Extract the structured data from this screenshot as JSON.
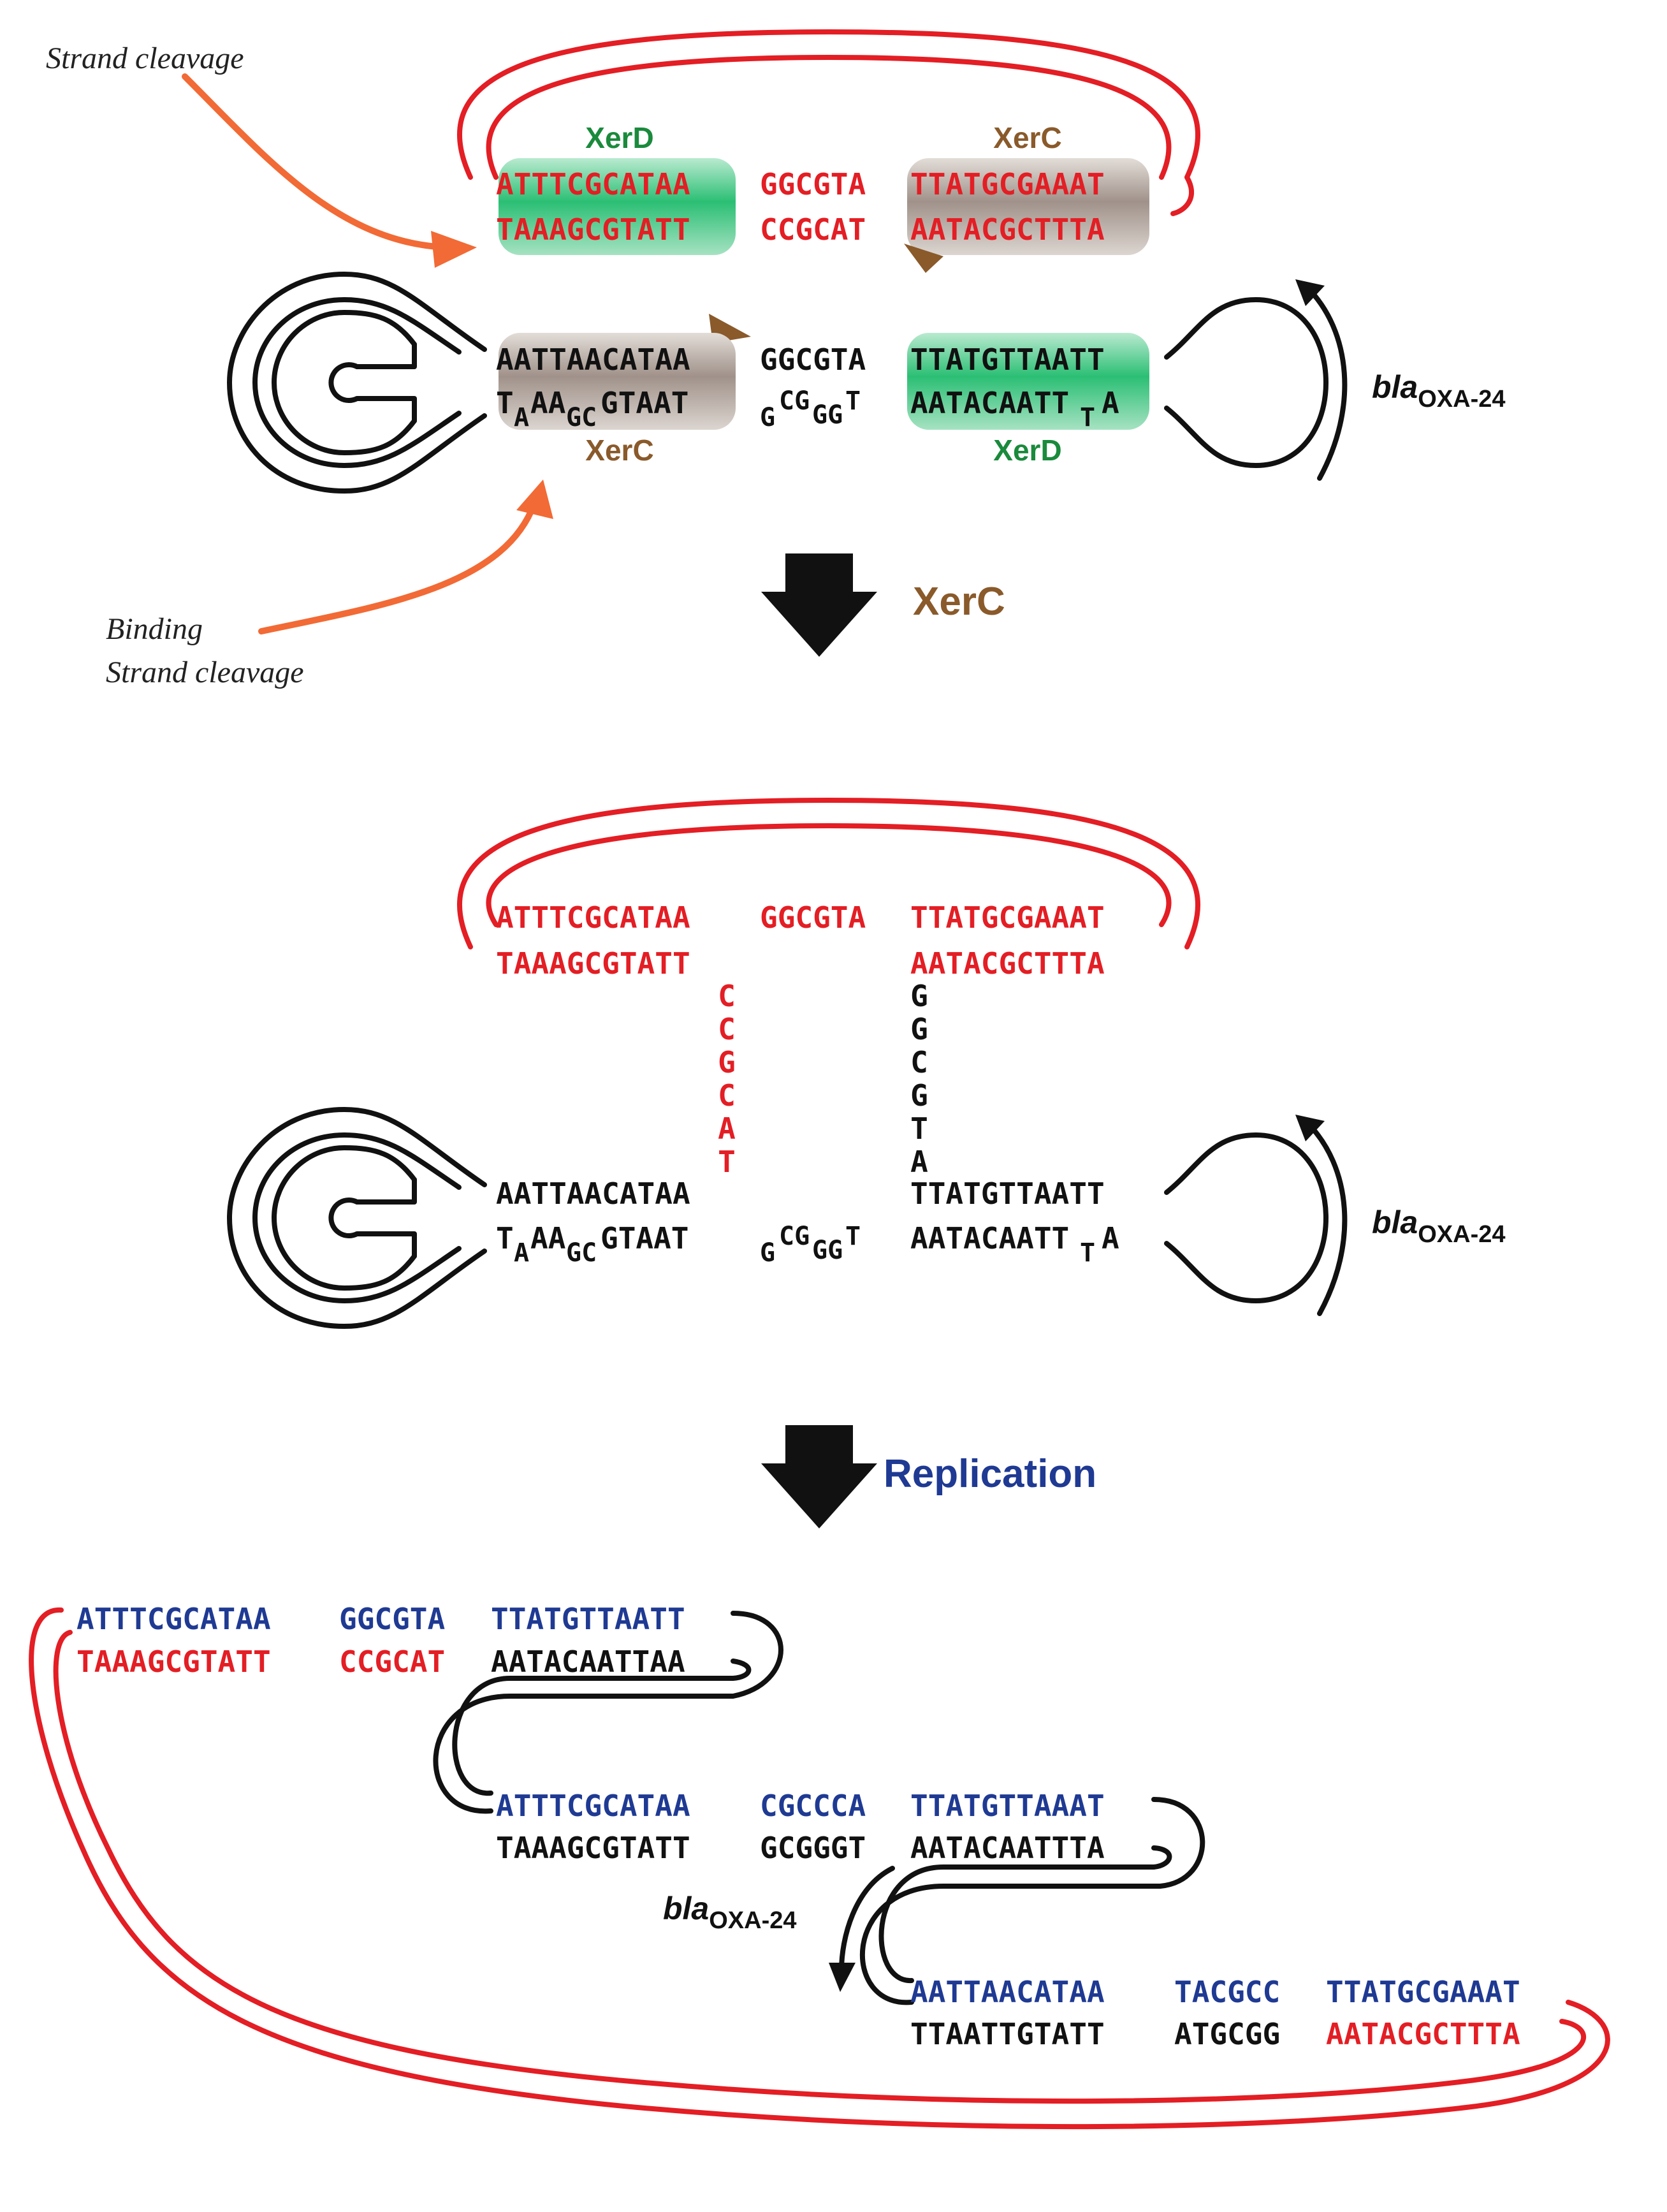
{
  "colors": {
    "red_strand": "#e31e24",
    "black_strand": "#111111",
    "blue_strand": "#1f3a93",
    "xerd_green": "#1a8a3c",
    "xerc_brown": "#8a5a2b",
    "annotation_orange": "#f26a35"
  },
  "panel1": {
    "annotation_top": "Strand cleavage",
    "annotation_bottom_line1": "Binding",
    "annotation_bottom_line2": "Strand cleavage",
    "red_top_left": "ATTTCGCATAA",
    "red_top_mid": "GGCGTA",
    "red_top_right": "TTATGCGAAAT",
    "red_bot_left": "TAAAGCGTATT",
    "red_bot_mid": "CCGCAT",
    "red_bot_right": "AATACGCTTTA",
    "label_xerd_top": "XerD",
    "label_xerc_top": "XerC",
    "blk_top_left": "AATTAACATAA",
    "blk_top_mid": "GGCGTA",
    "blk_top_right": "TTATGTTAATT",
    "blk_bot_left_1": "T",
    "blk_bot_left_2": "A",
    "blk_bot_left_3": "AA",
    "blk_bot_left_4": "GC",
    "blk_bot_left_5": "GTAAT",
    "blk_bot_mid_1": "G",
    "blk_bot_mid_2": "CG",
    "blk_bot_mid_3": "GG",
    "blk_bot_mid_4": "T",
    "blk_bot_right_1": "AATACAATT",
    "blk_bot_right_2": "T",
    "blk_bot_right_3": "A",
    "label_xerc_bottom": "XerC",
    "label_xerd_bottom": "XerD",
    "gene": "bla",
    "gene_sub": "OXA-24"
  },
  "step1": {
    "label": "XerC"
  },
  "panel2": {
    "red_top_left": "ATTTCGCATAA",
    "red_top_mid": "GGCGTA",
    "red_top_right": "TTATGCGAAAT",
    "red_bot_left": "TAAAGCGTATT",
    "red_bot_right": "AATACGCTTTA",
    "red_vertical": [
      "C",
      "C",
      "G",
      "C",
      "A",
      "T"
    ],
    "blk_vertical": [
      "G",
      "G",
      "C",
      "G",
      "T",
      "A"
    ],
    "blk_top_left": "AATTAACATAA",
    "blk_top_right": "TTATGTTAATT",
    "blk_bot_left_1": "T",
    "blk_bot_left_2": "A",
    "blk_bot_left_3": "AA",
    "blk_bot_left_4": "GC",
    "blk_bot_left_5": "GTAAT",
    "blk_bot_mid_1": "G",
    "blk_bot_mid_2": "CG",
    "blk_bot_mid_3": "GG",
    "blk_bot_mid_4": "T",
    "blk_bot_right_1": "AATACAATT",
    "blk_bot_right_2": "T",
    "blk_bot_right_3": "A",
    "gene": "bla",
    "gene_sub": "OXA-24"
  },
  "step2": {
    "label": "Replication"
  },
  "panel3": {
    "row1_top_a": "ATTTCGCATAA",
    "row1_top_b": "GGCGTA",
    "row1_top_c": "TTATGTTAATT",
    "row1_bot_a": "TAAAGCGTATT",
    "row1_bot_b": "CCGCAT",
    "row1_bot_c": "AATACAATTAA",
    "row2_top_a": "ATTTCGCATAA",
    "row2_top_b": "CGCCCA",
    "row2_top_c": "TTATGTTAAAT",
    "row2_bot_a": "TAAAGCGTATT",
    "row2_bot_b": "GCGGGT",
    "row2_bot_c": "AATACAATTTA",
    "row3_top_a": "AATTAACATAA",
    "row3_top_b": "TACGCC",
    "row3_top_c": "TTATGCGAAAT",
    "row3_bot_a": "TTAATTGTATT",
    "row3_bot_b": "ATGCGG",
    "row3_bot_c": "AATACGCTTTA",
    "gene": "bla",
    "gene_sub": "OXA-24"
  }
}
